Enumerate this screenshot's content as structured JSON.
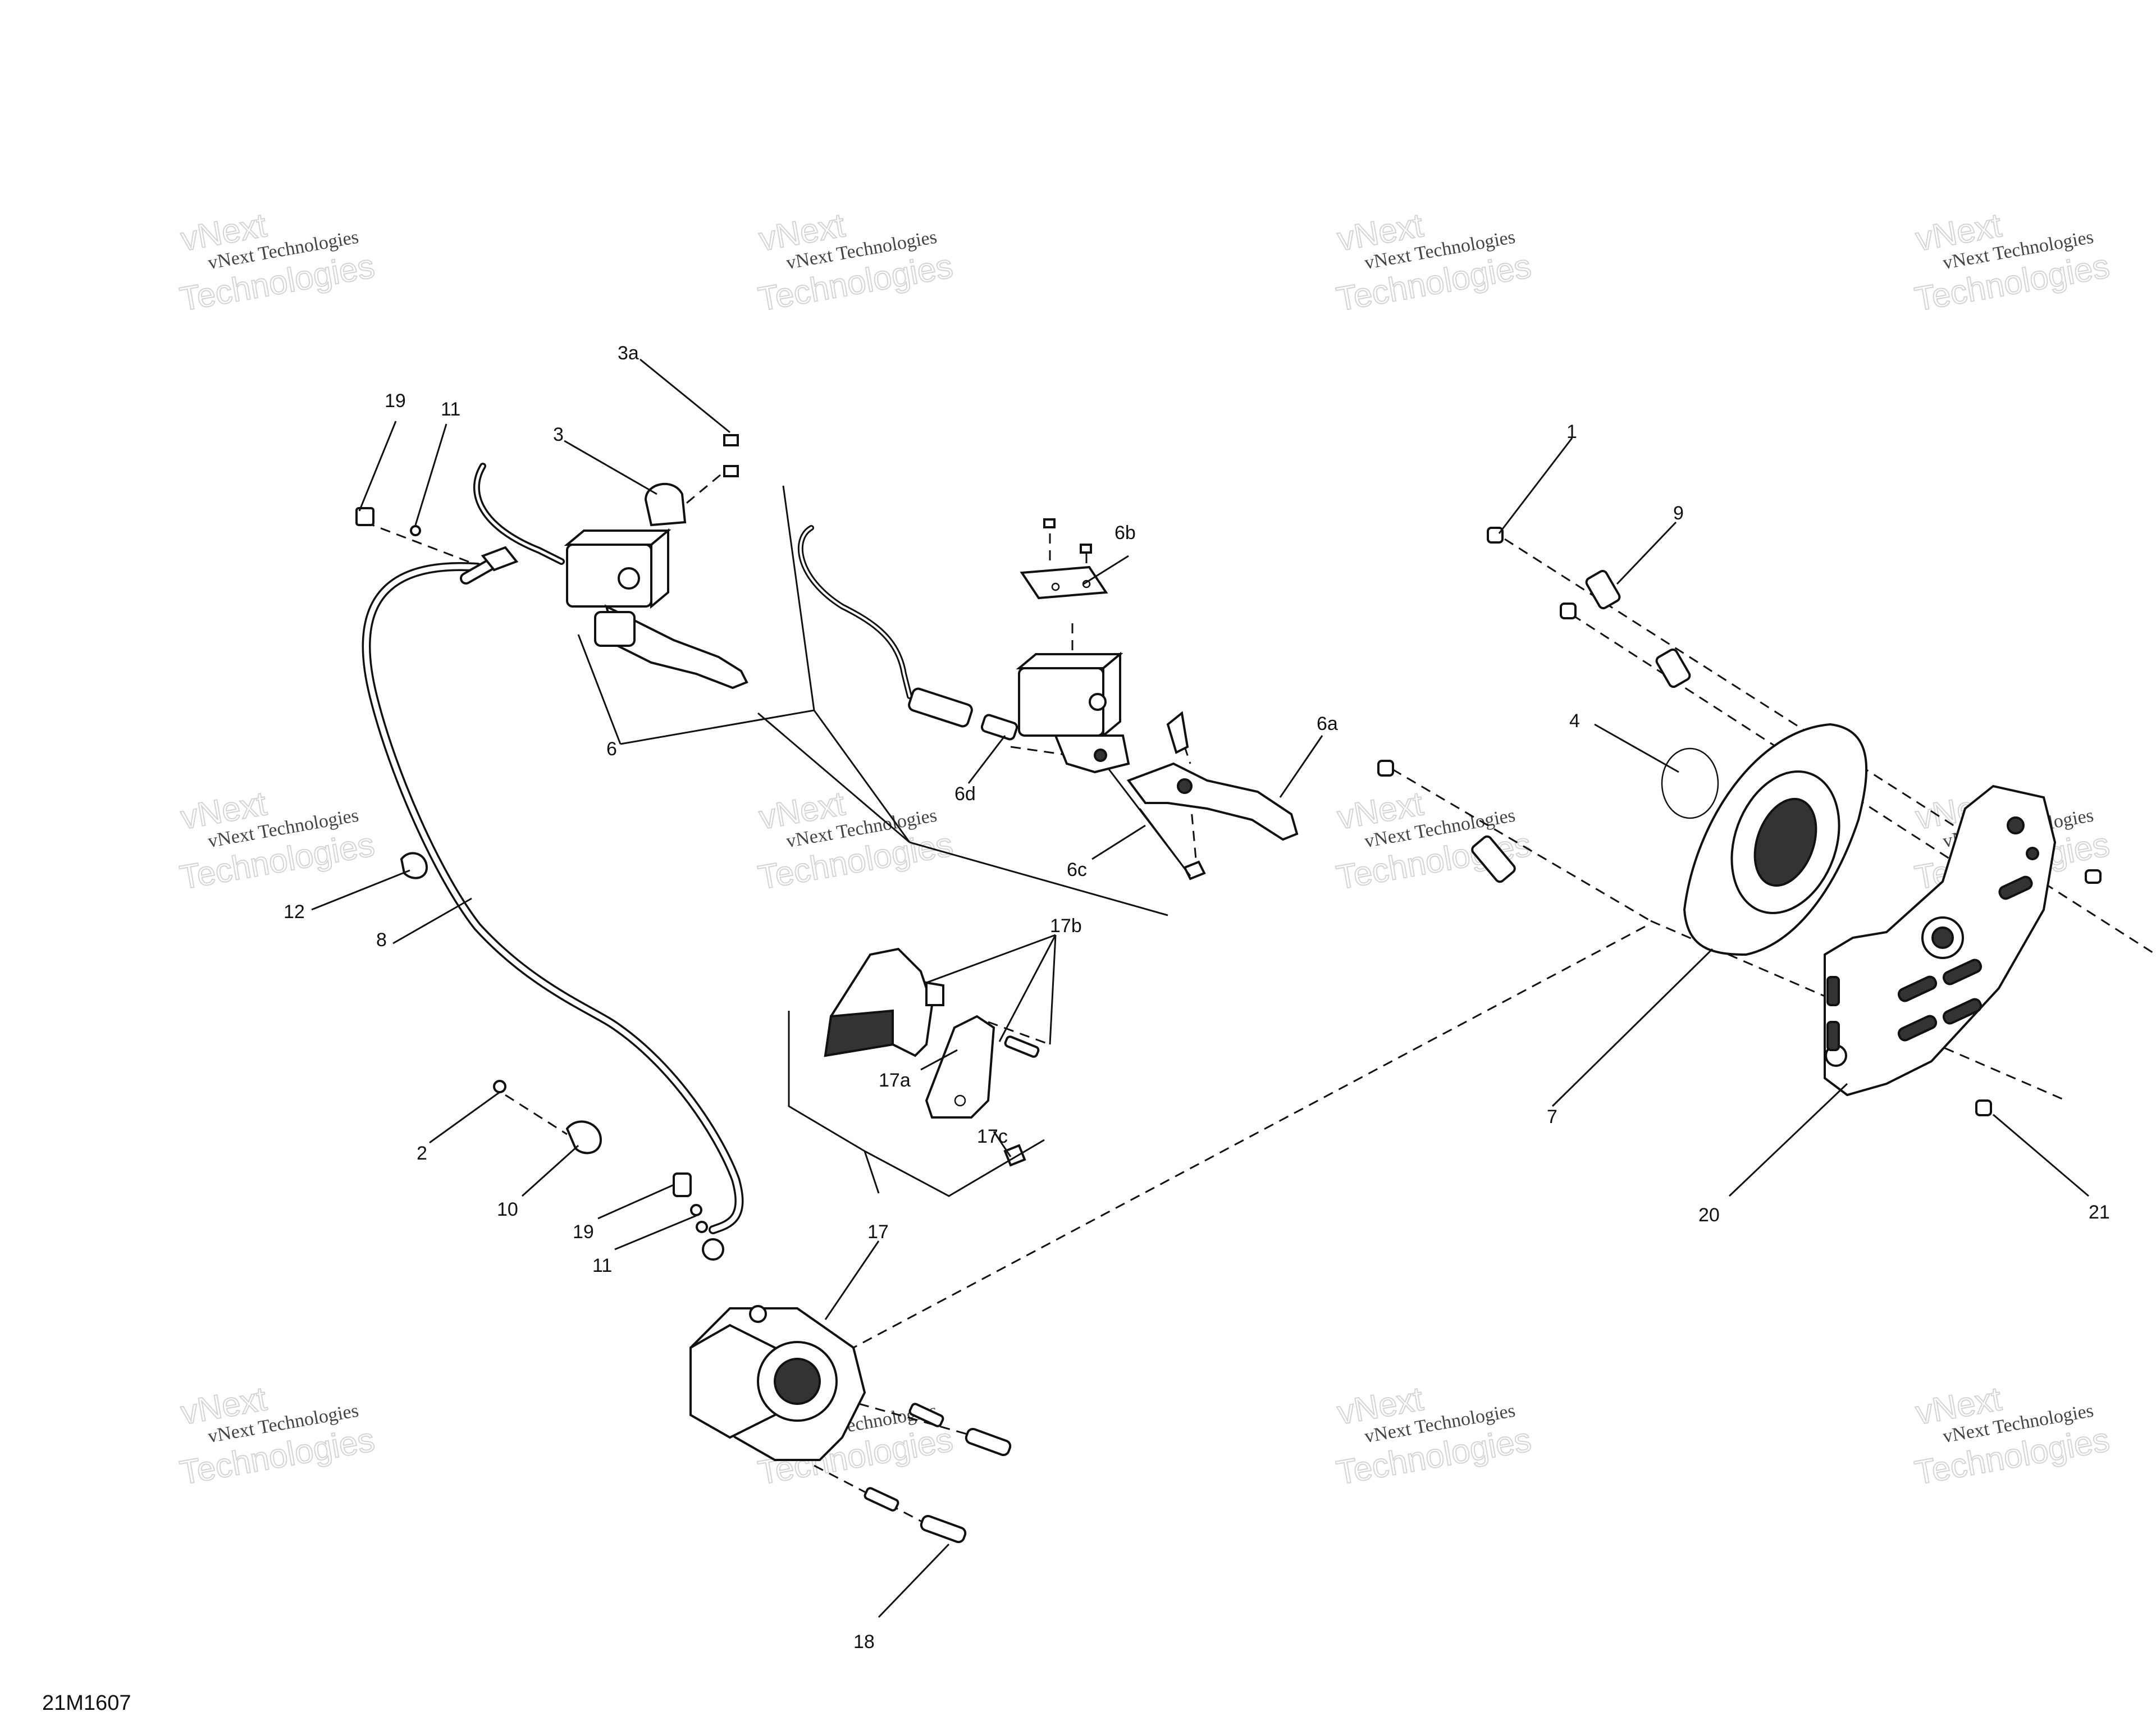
{
  "diagram_code": "21M1607",
  "watermark": {
    "line1": "vNext",
    "line2": "vNext Technologies",
    "line3": "Technologies"
  },
  "labels": {
    "l1": "1",
    "l2": "2",
    "l3": "3",
    "l3a": "3a",
    "l4": "4",
    "l6": "6",
    "l6a": "6a",
    "l6b": "6b",
    "l6c": "6c",
    "l6d": "6d",
    "l7": "7",
    "l8": "8",
    "l9": "9",
    "l10": "10",
    "l11_top": "11",
    "l11_bot": "11",
    "l12": "12",
    "l17": "17",
    "l17a": "17a",
    "l17b": "17b",
    "l17c": "17c",
    "l18": "18",
    "l19_top": "19",
    "l19_bot": "19",
    "l20": "20",
    "l21": "21"
  }
}
